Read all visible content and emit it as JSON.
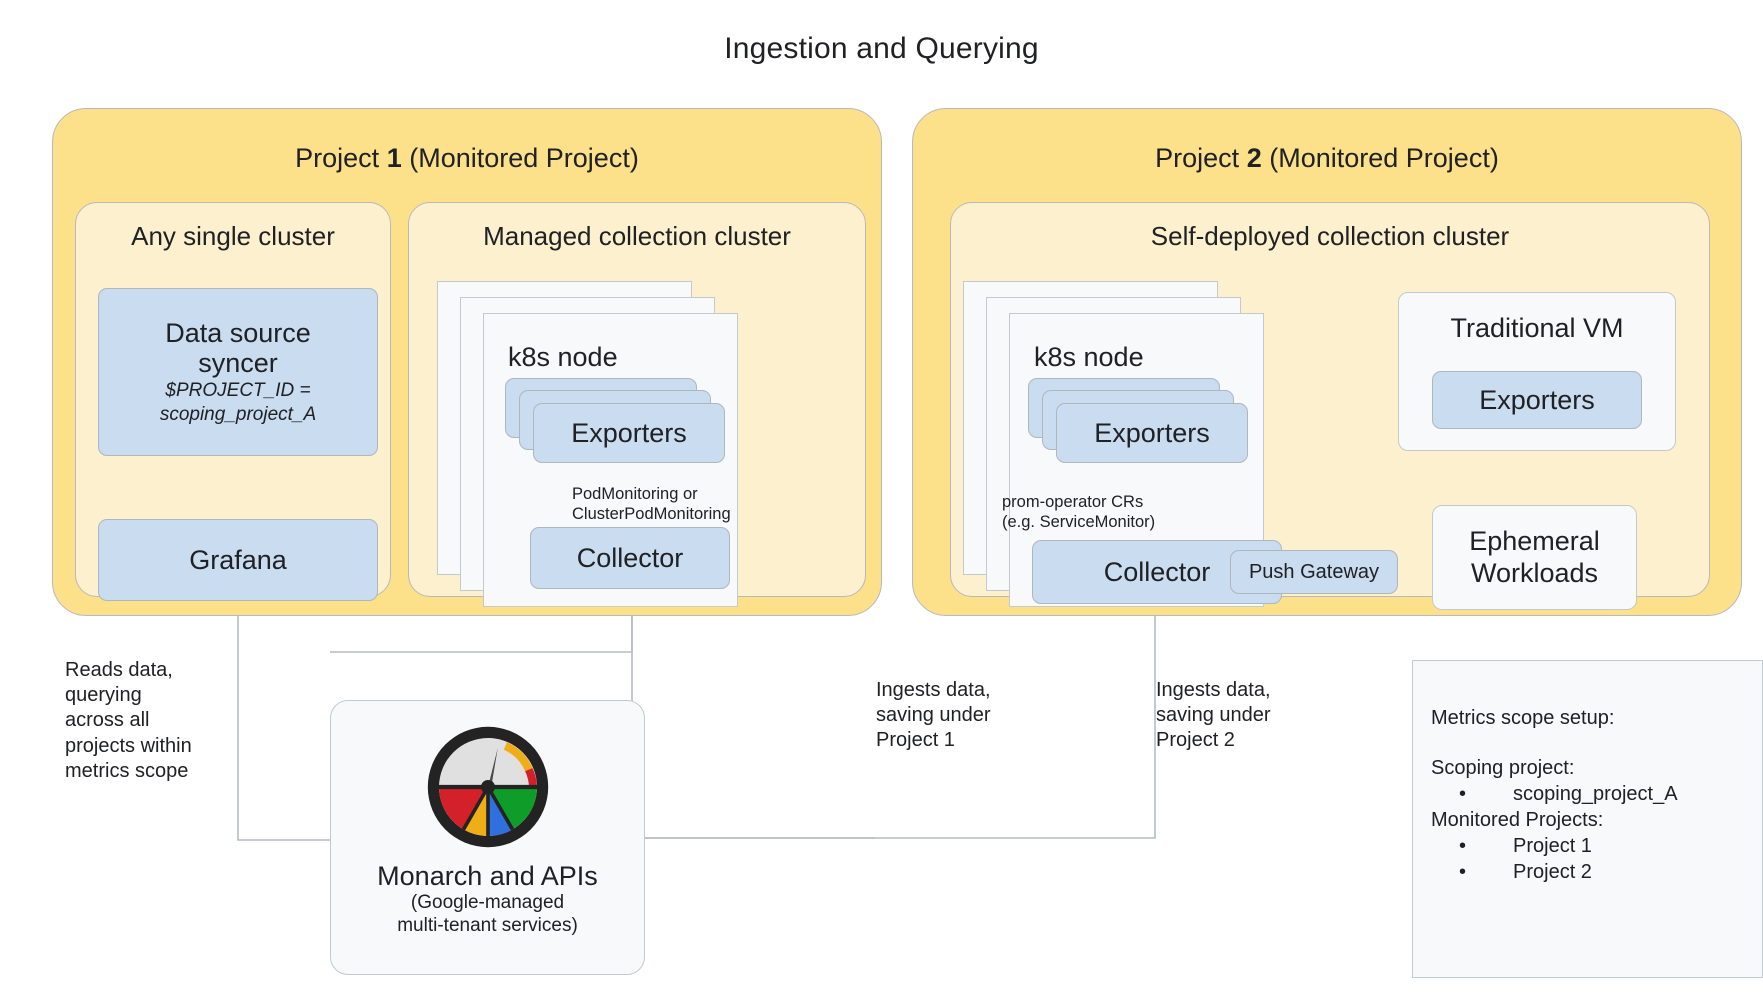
{
  "title": "Ingestion and Querying",
  "projects": [
    {
      "name": "project-1",
      "title_prefix": "Project ",
      "title_number": "1",
      "title_suffix": " (Monitored Project)"
    },
    {
      "name": "project-2",
      "title_prefix": "Project ",
      "title_number": "2",
      "title_suffix": " (Monitored Project)"
    }
  ],
  "clusters": {
    "any_single": "Any single cluster",
    "managed": "Managed collection cluster",
    "self_deployed": "Self-deployed collection cluster"
  },
  "boxes": {
    "data_source_syncer": {
      "line1": "Data source",
      "line2": "syncer",
      "sub1": "$PROJECT_ID =",
      "sub2": "scoping_project_A"
    },
    "grafana": "Grafana",
    "k8s_node": "k8s node",
    "exporters": "Exporters",
    "collector": "Collector",
    "push_gateway": "Push Gateway",
    "traditional_vm": "Traditional VM",
    "ephemeral_workloads_l1": "Ephemeral",
    "ephemeral_workloads_l2": "Workloads"
  },
  "wire_labels": {
    "pod_monitoring": "PodMonitoring or\nClusterPodMonitoring",
    "prom_operator": "prom-operator CRs\n(e.g. ServiceMonitor)"
  },
  "annotations": {
    "reads_data": "Reads data,\nquerying\nacross all\nprojects within\nmetrics scope",
    "ingests_p1": "Ingests data,\nsaving under\nProject 1",
    "ingests_p2": "Ingests data,\nsaving under\nProject 2"
  },
  "monarch": {
    "name": "Monarch and APIs",
    "subtitle": "(Google-managed\nmulti-tenant services)",
    "icon": "gauge-icon"
  },
  "legend": {
    "heading": "Metrics scope setup:",
    "scoping_label": "Scoping project:",
    "scoping_items": [
      "scoping_project_A"
    ],
    "monitored_label": "Monitored Projects:",
    "monitored_items": [
      "Project 1",
      "Project 2"
    ]
  },
  "colors": {
    "project_fill": "#fce08a",
    "cluster_fill": "#fdf0ce",
    "box_blue": "#c9dcf0",
    "box_white": "#f7f9fb",
    "stroke": "#b9b9bc",
    "wire": "#b6bcc3",
    "google_red": "#d32029",
    "google_yellow": "#efae17",
    "google_green": "#0f9d29",
    "google_blue": "#2f6fde",
    "gauge_dark": "#232323",
    "gauge_gray": "#e0e0e0"
  }
}
